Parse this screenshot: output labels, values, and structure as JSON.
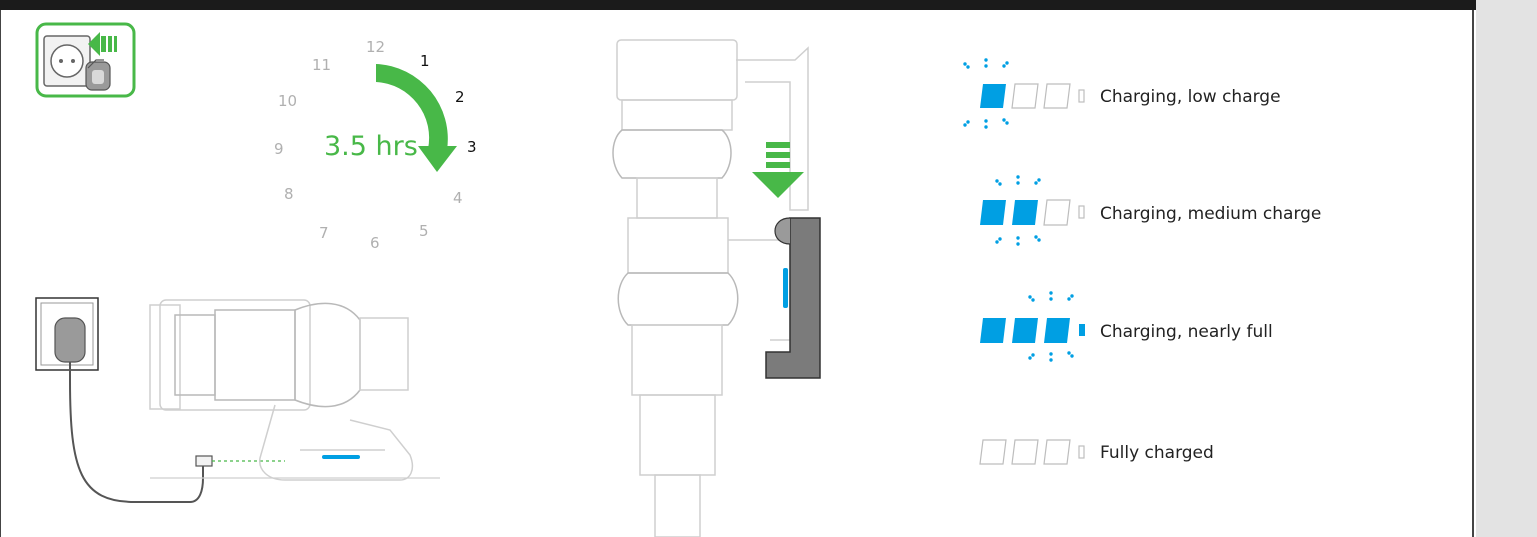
{
  "clock": {
    "numbers": [
      "12",
      "1",
      "2",
      "3",
      "4",
      "5",
      "6",
      "7",
      "8",
      "9",
      "10",
      "11"
    ],
    "duration": "3.5 hrs"
  },
  "legend": [
    {
      "label": "Charging, low charge",
      "filled": 1
    },
    {
      "label": "Charging, medium charge",
      "filled": 2
    },
    {
      "label": "Charging, nearly full",
      "filled": 3
    },
    {
      "label": "Fully charged",
      "filled": 0
    }
  ],
  "colors": {
    "accent_green": "#48b848",
    "led_blue": "#009fe3",
    "illustration_grey": "#cfcfcf"
  },
  "icons": [
    "wall-socket-plug-icon",
    "arrow-left-icon",
    "arrow-down-icon"
  ]
}
